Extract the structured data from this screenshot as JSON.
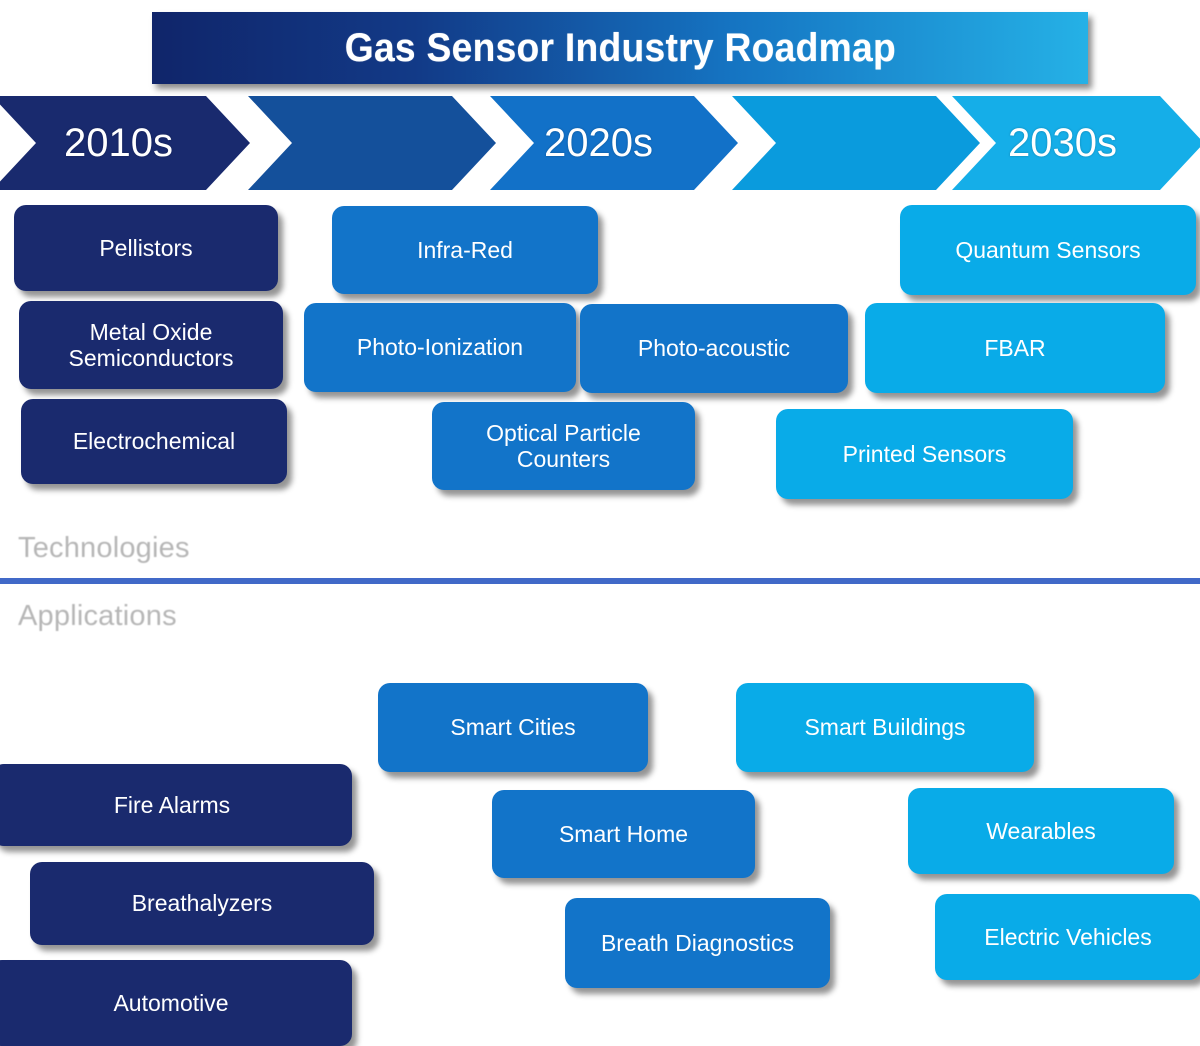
{
  "title": "Gas Sensor Industry Roadmap",
  "timeline": {
    "segments": [
      {
        "label": "2010s",
        "color": "#192a6e"
      },
      {
        "label": "",
        "color": "#14509b"
      },
      {
        "label": "2020s",
        "color": "#1271c8"
      },
      {
        "label": "",
        "color": "#0a9bdd"
      },
      {
        "label": "2030s",
        "color": "#15aee8"
      }
    ]
  },
  "sections": {
    "technologies_label": "Technologies",
    "applications_label": "Applications"
  },
  "technologies": [
    {
      "label": "Pellistors",
      "era": "2010s",
      "tier": "navy"
    },
    {
      "label": "Metal Oxide Semiconductors",
      "era": "2010s",
      "tier": "navy"
    },
    {
      "label": "Electrochemical",
      "era": "2010s",
      "tier": "navy"
    },
    {
      "label": "Infra-Red",
      "era": "2020s",
      "tier": "mid"
    },
    {
      "label": "Photo-Ionization",
      "era": "2020s",
      "tier": "mid"
    },
    {
      "label": "Photo-acoustic",
      "era": "2020s",
      "tier": "mid"
    },
    {
      "label": "Optical Particle Counters",
      "era": "2020s",
      "tier": "mid"
    },
    {
      "label": "Quantum Sensors",
      "era": "2030s",
      "tier": "cyan"
    },
    {
      "label": "FBAR",
      "era": "2030s",
      "tier": "cyan"
    },
    {
      "label": "Printed Sensors",
      "era": "2030s",
      "tier": "cyan"
    }
  ],
  "applications": [
    {
      "label": "Fire Alarms",
      "era": "2010s",
      "tier": "navy"
    },
    {
      "label": "Breathalyzers",
      "era": "2010s",
      "tier": "navy"
    },
    {
      "label": "Automotive",
      "era": "2010s",
      "tier": "navy"
    },
    {
      "label": "Smart Cities",
      "era": "2020s",
      "tier": "mid"
    },
    {
      "label": "Smart Home",
      "era": "2020s",
      "tier": "mid"
    },
    {
      "label": "Breath Diagnostics",
      "era": "2020s",
      "tier": "mid"
    },
    {
      "label": "Smart Buildings",
      "era": "2030s",
      "tier": "cyan"
    },
    {
      "label": "Wearables",
      "era": "2030s",
      "tier": "cyan"
    },
    {
      "label": "Electric Vehicles",
      "era": "2030s",
      "tier": "cyan"
    }
  ],
  "palette": {
    "navy": "#1a2a6e",
    "mid": "#1274c9",
    "cyan": "#09abe8",
    "divider": "#4169c8",
    "title_gradient_start": "#10256a",
    "title_gradient_end": "#25b1e6"
  }
}
